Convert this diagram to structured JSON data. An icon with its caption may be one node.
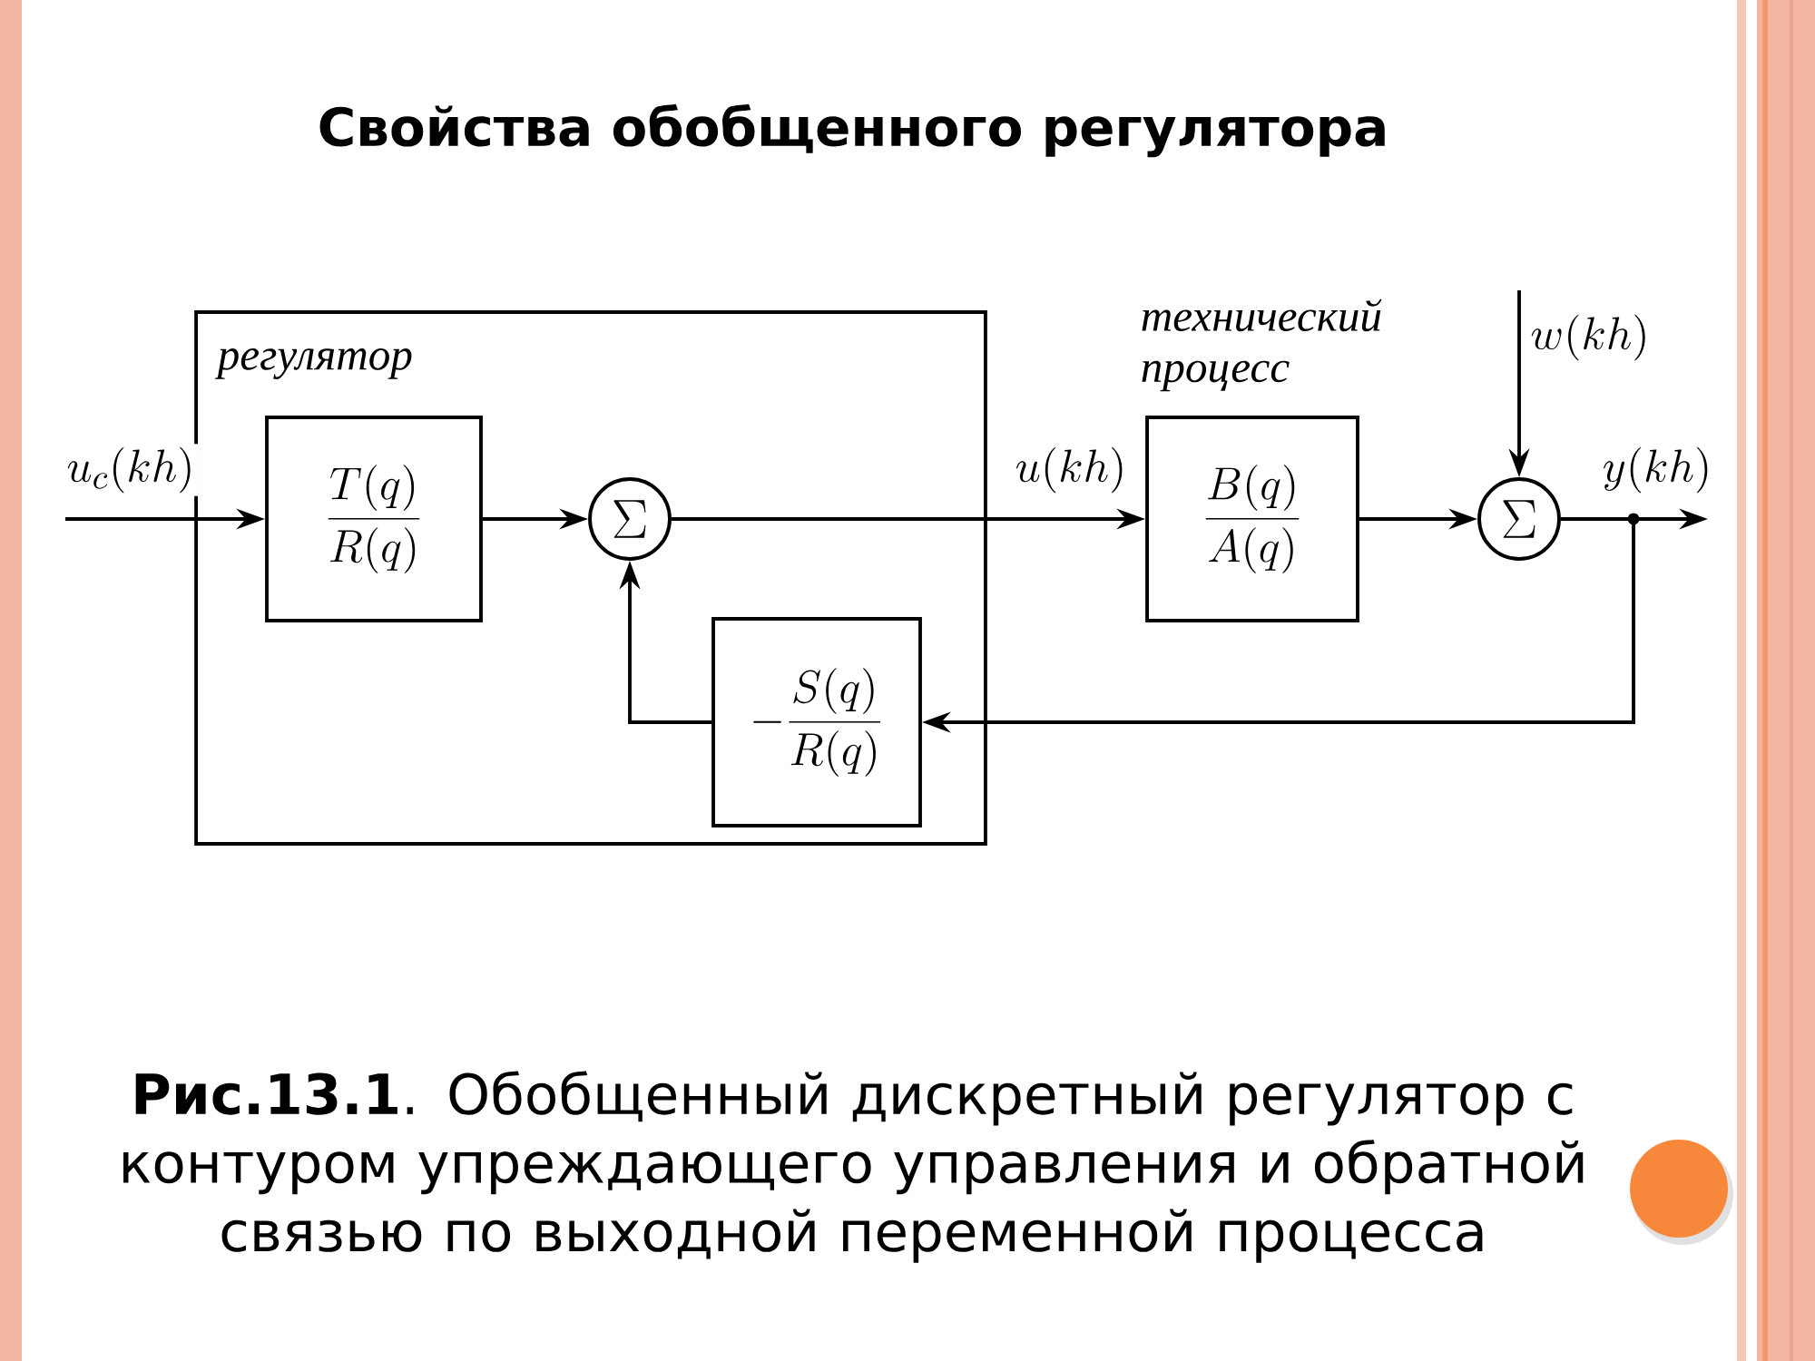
{
  "diagram": {
    "title": "Свойства обобщенного регулятора",
    "caption": "**Рис.13.1**. Обобщенный дискретный регулятор с контуром упреждающего управления и обратной связью по выходной переменной процесса",
    "nodes": [
      {
        "text": [
          "регулятор"
        ]
      },
      {
        "text": [
          "\\frac{T(q)}{R(q)}"
        ],
        "in": 0
      },
      {
        "text": [
          "\\Sigma"
        ],
        "in": 0
      },
      {
        "text": [
          "-\\frac{S(q)}{R(q)}"
        ],
        "in": 0
      },
      {
        "text": [
          "технический процесс",
          "\\frac{B(q)}{A(q)}"
        ]
      },
      {
        "text": [
          "\\Sigma"
        ]
      }
    ],
    "edges": [
      {
        "from": null,
        "to": 1,
        "arrow": "to",
        "label": "u_c(kh)"
      },
      {
        "from": 1,
        "to": 2,
        "arrow": "to"
      },
      {
        "from": 3,
        "to": 2,
        "arrow": "to"
      },
      {
        "from": 2,
        "to": 4,
        "arrow": "to",
        "label": "u(kh)"
      },
      {
        "from": 4,
        "to": 5,
        "arrow": "to"
      },
      {
        "from": null,
        "to": 5,
        "arrow": "to",
        "label": "w(kh)"
      },
      {
        "from": 5,
        "to": null,
        "arrow": "to",
        "label": "y(kh)"
      },
      {
        "from": 5,
        "to": 3,
        "arrow": "to"
      }
    ]
  }
}
